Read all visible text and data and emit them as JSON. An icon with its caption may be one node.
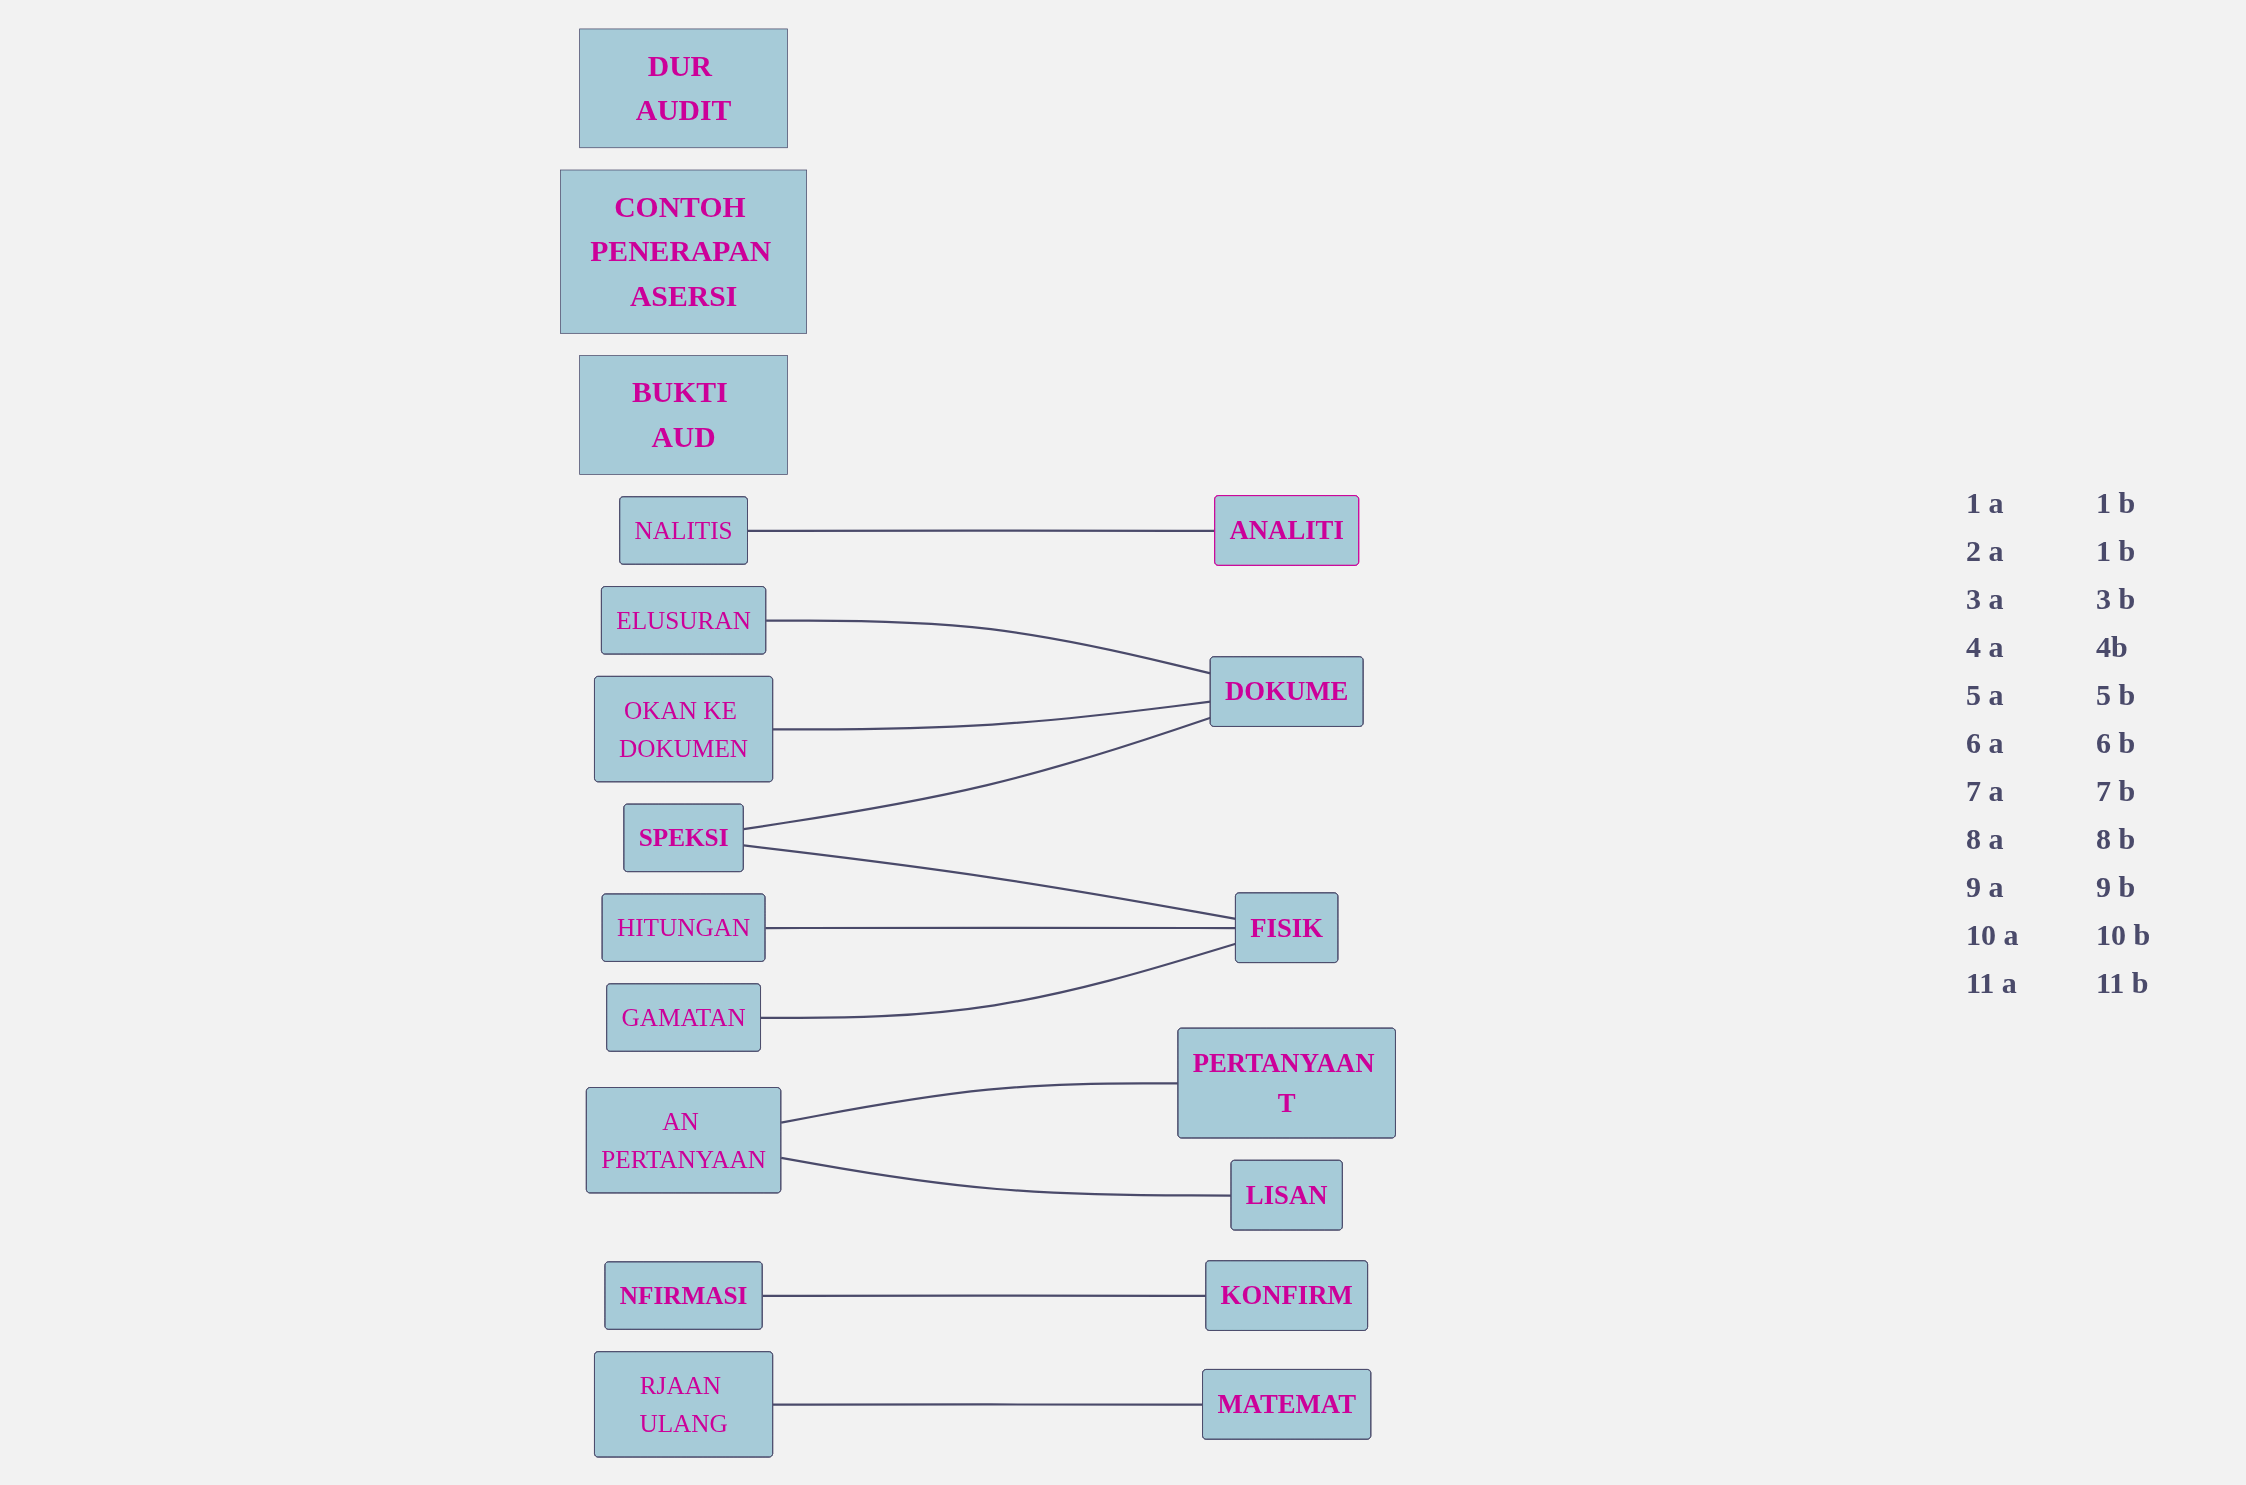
{
  "diagram": {
    "nodes": [
      {
        "text": [
          "DUR AUDIT"
        ]
      },
      {
        "text": [
          "CONTOH PENERAPAN ASERSI"
        ]
      },
      {
        "text": [
          "BUKTI AUD"
        ]
      },
      {
        "text": [
          "NALITIS"
        ]
      },
      {
        "text": [
          "ELUSURAN"
        ]
      },
      {
        "text": [
          "OKAN KE DOKUMEN"
        ]
      },
      {
        "text": [
          "SPEKSI"
        ]
      },
      {
        "text": [
          "HITUNGAN"
        ]
      },
      {
        "text": [
          "GAMATAN"
        ]
      },
      {
        "text": [
          "AN PERTANYAAN"
        ]
      },
      {
        "text": [
          "NFIRMASI"
        ]
      },
      {
        "text": [
          "RJAAN ULANG"
        ]
      },
      {
        "text": [
          "ANALITI"
        ]
      },
      {
        "text": [
          "DOKUME"
        ]
      },
      {
        "text": [
          "FISIK"
        ]
      },
      {
        "text": [
          "PERTANYAAN T"
        ]
      },
      {
        "text": [
          "LISAN"
        ]
      },
      {
        "text": [
          "KONFIRM"
        ]
      },
      {
        "text": [
          "MATEMAT"
        ]
      }
    ],
    "edges": [
      {
        "from": 3,
        "to": 12,
        "arrow": "none"
      },
      {
        "from": 4,
        "to": 13,
        "arrow": "none"
      },
      {
        "from": 5,
        "to": 13,
        "arrow": "none"
      },
      {
        "from": 6,
        "to": 13,
        "arrow": "none"
      },
      {
        "from": 6,
        "to": 14,
        "arrow": "none"
      },
      {
        "from": 7,
        "to": 14,
        "arrow": "none"
      },
      {
        "from": 8,
        "to": 14,
        "arrow": "none"
      },
      {
        "from": 9,
        "to": 15,
        "arrow": "none"
      },
      {
        "from": 9,
        "to": 16,
        "arrow": "none"
      },
      {
        "from": 10,
        "to": 17,
        "arrow": "none"
      },
      {
        "from": 11,
        "to": 18,
        "arrow": "none"
      }
    ],
    "labels": [
      "1 a",
      "1 b",
      "2 a",
      "1 b",
      "3 a",
      "3 b",
      "4 a",
      "4b",
      "5 a",
      "5 b",
      "6 a",
      "6 b",
      "7 a",
      "7 b",
      "8 a",
      "8 b",
      "9 a",
      "9 b",
      "10 a",
      "10 b",
      "11 a",
      "11 b"
    ]
  }
}
